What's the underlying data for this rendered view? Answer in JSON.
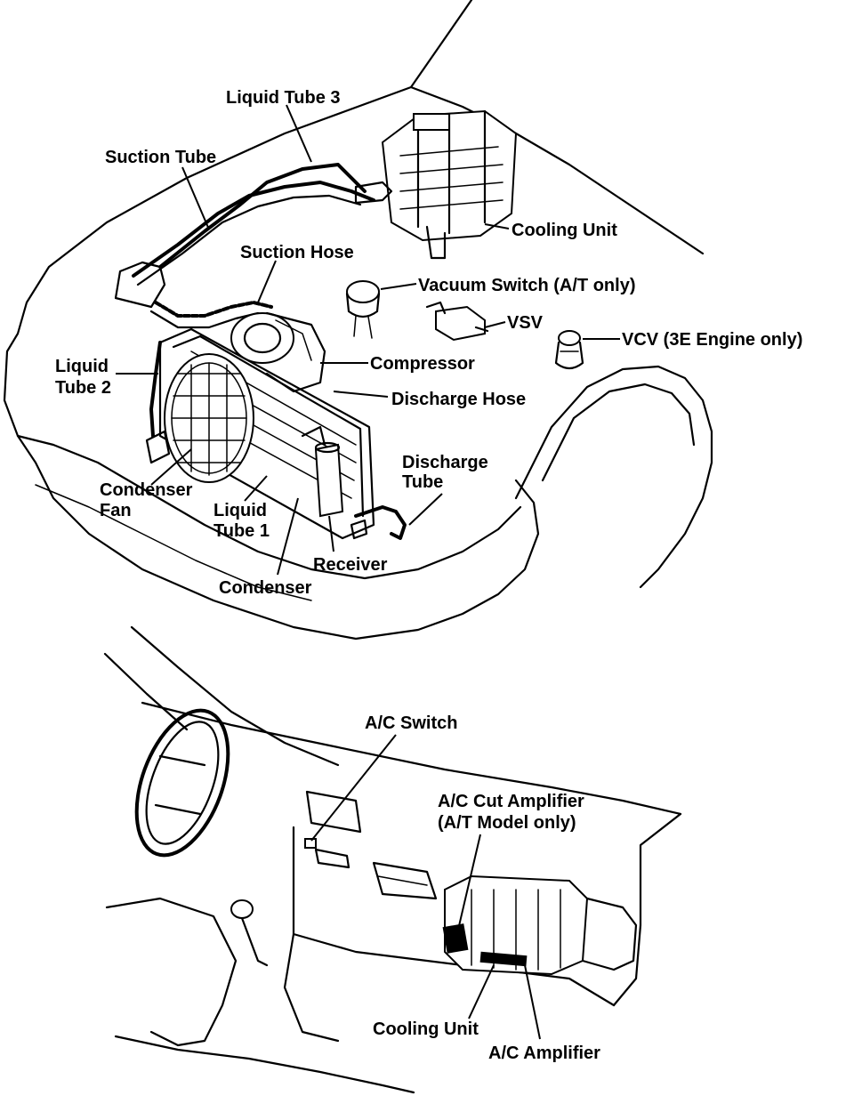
{
  "labels": {
    "liquid_tube_3": "Liquid Tube 3",
    "suction_tube": "Suction Tube",
    "cooling_unit_top": "Cooling Unit",
    "suction_hose": "Suction Hose",
    "vacuum_switch": "Vacuum Switch (A/T only)",
    "vsv": "VSV",
    "vcv": "VCV (3E Engine only)",
    "liquid_tube_2_line1": "Liquid",
    "liquid_tube_2_line2": "Tube 2",
    "compressor": "Compressor",
    "discharge_hose": "Discharge Hose",
    "discharge_tube_line1": "Discharge",
    "discharge_tube_line2": "Tube",
    "condenser_fan_line1": "Condenser",
    "condenser_fan_line2": "Fan",
    "liquid_tube_1_line1": "Liquid",
    "liquid_tube_1_line2": "Tube 1",
    "receiver": "Receiver",
    "condenser": "Condenser",
    "ac_switch": "A/C Switch",
    "ac_cut_amp_line1": "A/C Cut Amplifier",
    "ac_cut_amp_line2": "(A/T Model only)",
    "cooling_unit_bottom": "Cooling Unit",
    "ac_amplifier": "A/C Amplifier"
  }
}
